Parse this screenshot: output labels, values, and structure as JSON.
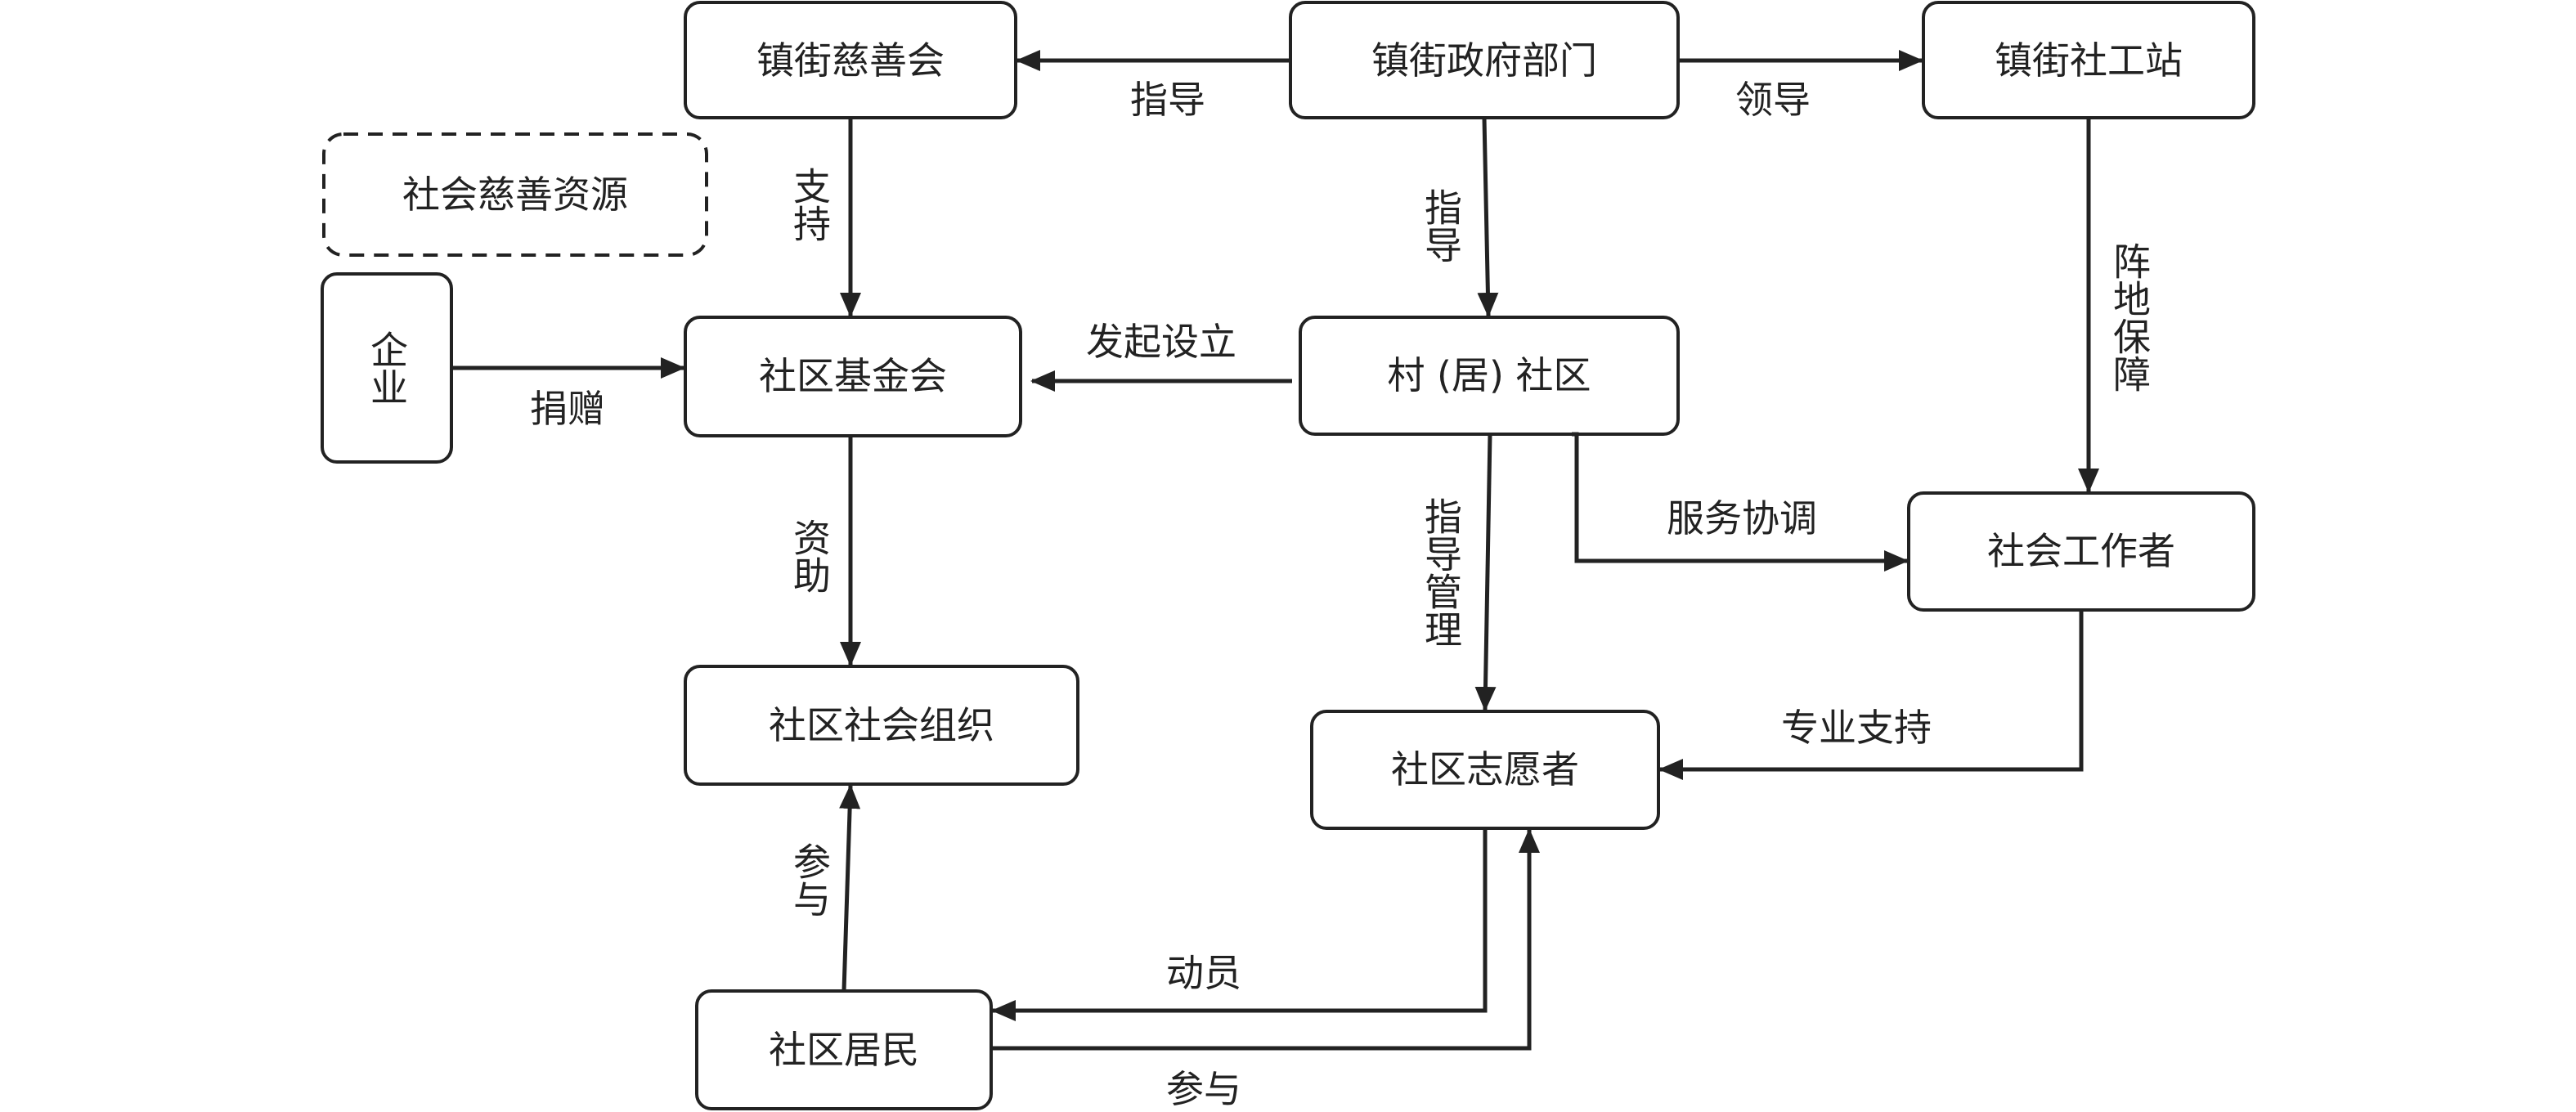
{
  "diagram": {
    "nodes": {
      "town_charity": "镇街慈善会",
      "town_gov": "镇街政府部门",
      "town_social_station": "镇街社工站",
      "social_charity_resources": "社会慈善资源",
      "enterprise": "企业",
      "community_foundation": "社区基金会",
      "village_community": "村 (居) 社区",
      "social_worker": "社会工作者",
      "community_social_org": "社区社会组织",
      "community_volunteer": "社区志愿者",
      "community_resident": "社区居民"
    },
    "edges": {
      "gov_to_charity": "指导",
      "gov_to_station": "领导",
      "gov_to_community": "指导",
      "charity_to_foundation": "支持",
      "enterprise_to_foundation": "捐赠",
      "community_to_foundation": "发起设立",
      "station_to_worker": "阵地保障",
      "foundation_to_org": "资助",
      "community_to_volunteer": "指导管理",
      "community_to_worker": "服务协调",
      "worker_to_volunteer": "专业支持",
      "resident_to_org": "参与",
      "volunteer_to_resident": "动员",
      "resident_to_volunteer": "参与"
    },
    "colors": {
      "stroke": "#222222",
      "text": "#222222",
      "background": "#ffffff"
    }
  }
}
